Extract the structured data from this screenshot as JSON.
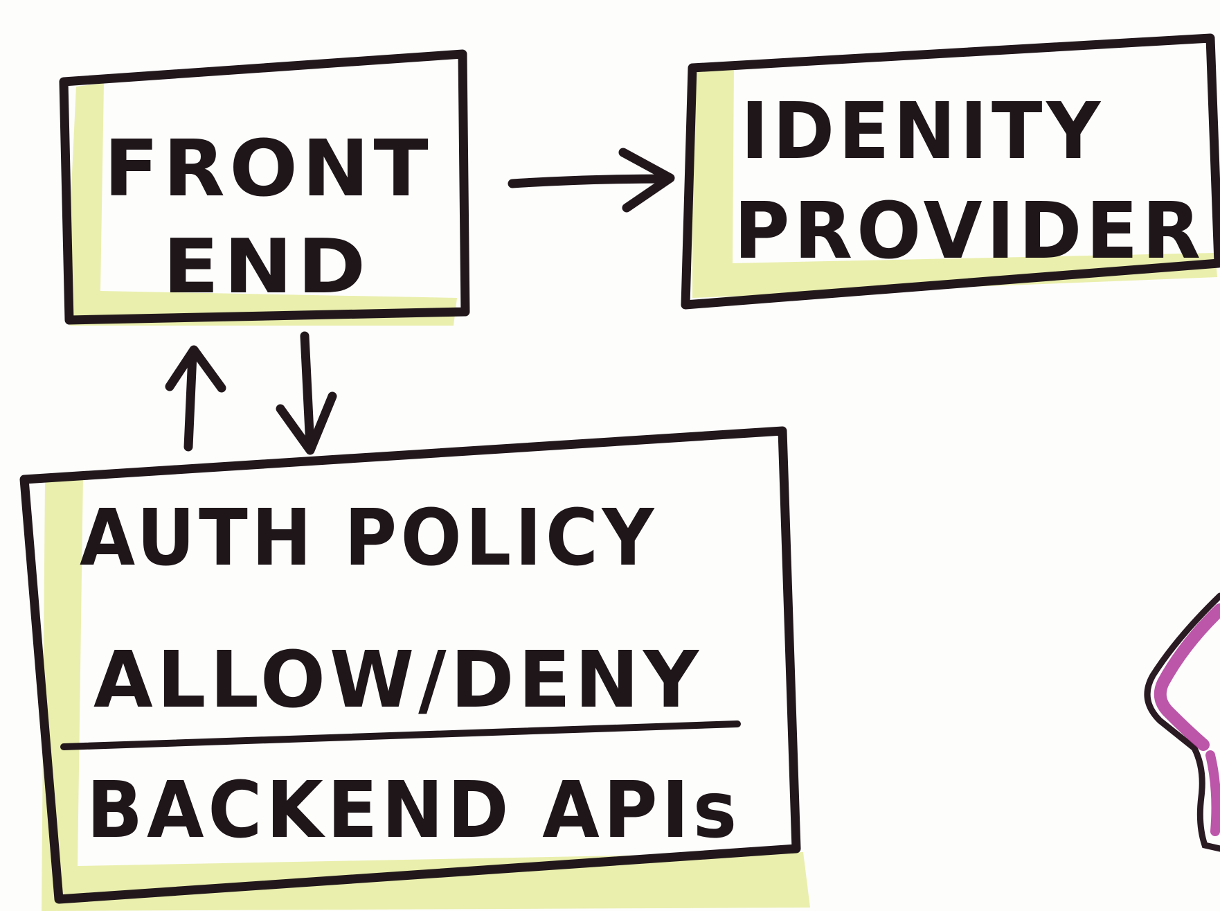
{
  "diagram": {
    "nodes": {
      "frontend": {
        "line1": "FRONT",
        "line2": "END"
      },
      "idp": {
        "line1": "IDENITY",
        "line2": "PROVIDER"
      },
      "auth": {
        "line1": "AUTH POLICY",
        "line2": "ALLOW/DENY",
        "line3": "BACKEND APIs"
      }
    },
    "edges": [
      {
        "from": "frontend",
        "to": "idp",
        "label": ""
      },
      {
        "from": "frontend",
        "to": "auth",
        "label": ""
      },
      {
        "from": "auth",
        "to": "frontend",
        "label": ""
      }
    ],
    "colors": {
      "ink": "#22181c",
      "highlighter": "#e6ec9f",
      "accent": "#b0389a",
      "background": "#fdfdfc"
    }
  }
}
